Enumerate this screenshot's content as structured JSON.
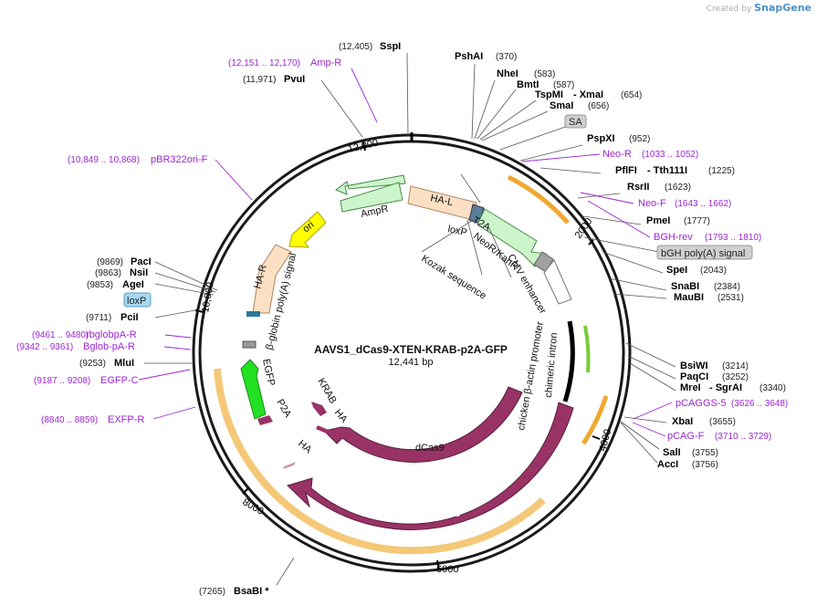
{
  "credit": {
    "prefix": "Created by",
    "brand": "SnapGene"
  },
  "plasmid": {
    "name": "AAVS1_dCas9-XTEN-KRAB-p2A-GFP",
    "size": "12,441 bp"
  },
  "ticks": [
    "2000",
    "4000",
    "6000",
    "8000",
    "10,000",
    "12,000"
  ],
  "sites": [
    {
      "pos": "(12,405)",
      "name": "SspI"
    },
    {
      "pos": "(11,971)",
      "name": "PvuI"
    },
    {
      "name": "PshAI",
      "pos": "(370)"
    },
    {
      "name": "NheI",
      "pos": "(583)"
    },
    {
      "name": "BmtI",
      "pos": "(587)"
    },
    {
      "name": "TspMI",
      "sep": "- XmaI",
      "pos": "(654)"
    },
    {
      "name": "SmaI",
      "pos": "(656)"
    },
    {
      "name": "PspXI",
      "pos": "(952)"
    },
    {
      "name": "PflFI",
      "sep": "- Tth111I",
      "pos": "(1225)"
    },
    {
      "name": "RsrII",
      "pos": "(1623)"
    },
    {
      "name": "PmeI",
      "pos": "(1777)"
    },
    {
      "name": "SpeI",
      "pos": "(2043)"
    },
    {
      "name": "SnaBI",
      "pos": "(2384)"
    },
    {
      "name": "MauBI",
      "pos": "(2531)"
    },
    {
      "name": "BsiWI",
      "pos": "(3214)"
    },
    {
      "name": "PaqCI",
      "pos": "(3252)"
    },
    {
      "name": "MreI",
      "sep": "- SgrAI",
      "pos": "(3340)"
    },
    {
      "name": "XbaI",
      "pos": "(3655)"
    },
    {
      "name": "SalI",
      "pos": "(3755)"
    },
    {
      "name": "AccI",
      "pos": "(3756)"
    },
    {
      "pos": "(9869)",
      "name": "PacI"
    },
    {
      "pos": "(9863)",
      "name": "NsiI"
    },
    {
      "pos": "(9853)",
      "name": "AgeI"
    },
    {
      "pos": "(9711)",
      "name": "PciI"
    },
    {
      "pos": "(9253)",
      "name": "MluI"
    },
    {
      "pos": "(7265)",
      "name": "BsaBI *"
    }
  ],
  "primers": [
    {
      "pos": "(12,151 .. 12,170)",
      "name": "Amp-R"
    },
    {
      "pos": "(10,849 .. 10,868)",
      "name": "pBR322ori-F"
    },
    {
      "name": "Neo-R",
      "pos": "(1033 .. 1052)"
    },
    {
      "name": "Neo-F",
      "pos": "(1643 .. 1662)"
    },
    {
      "name": "BGH-rev",
      "pos": "(1793 .. 1810)"
    },
    {
      "name": "pCAGGS-5",
      "pos": "(3626 .. 3648)"
    },
    {
      "name": "pCAG-F",
      "pos": "(3710 .. 3729)"
    },
    {
      "pos": "(9461 .. 9480)",
      "name": "rbglobpA-R"
    },
    {
      "pos": "(9342 .. 9361)",
      "name": "Bglob-pA-R"
    },
    {
      "pos": "(9187 .. 9208)",
      "name": "EGFP-C"
    },
    {
      "pos": "(8840 .. 8859)",
      "name": "EXFP-R"
    }
  ],
  "boxed": {
    "sa": "SA",
    "bgh": "bGH poly(A) signal",
    "loxp": "loxP"
  },
  "features": {
    "hal": "HA-L",
    "har": "HA-R",
    "ampr": "AmpR",
    "ori": "ori",
    "globin": "β-globin poly(A) signal",
    "egfp": "EGFP",
    "p2a": "P2A",
    "krab": "KRAB",
    "ha1": "HA",
    "ha2": "HA",
    "dcas9": "dCas9",
    "cas9": "Cas9",
    "t2a": "T2A",
    "loxp": "loxP",
    "neo": "NeoR/KanR",
    "kozak": "Kozak sequence",
    "cmv": "CMV enhancer",
    "cba": "chicken β-actin promoter",
    "intron": "chimeric intron"
  },
  "colors": {
    "backbone": "#1a1a1a",
    "primer": "#9c27d0",
    "homology": "#fbe0c4",
    "ampr": "#ccf5cc",
    "ori": "#ffff00",
    "egfp": "#22e022",
    "cas9": "#993366",
    "promoter": "#ffffff",
    "orange": "#f0a830",
    "green": "#77cc33"
  }
}
